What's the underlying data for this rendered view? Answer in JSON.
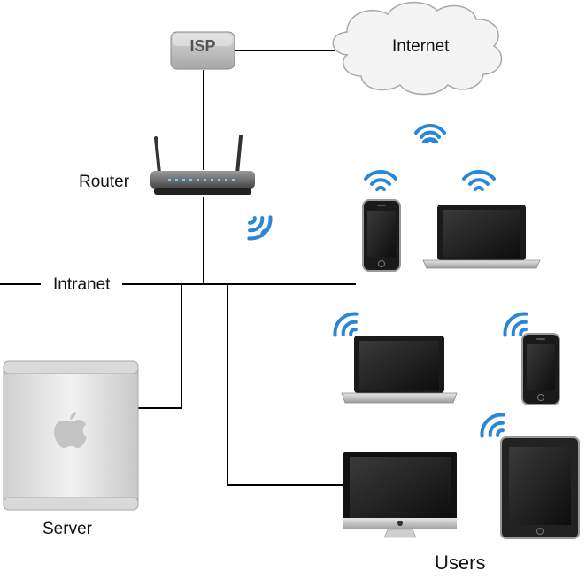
{
  "labels": {
    "isp": "ISP",
    "internet": "Internet",
    "router": "Router",
    "intranet": "Intranet",
    "server": "Server",
    "users": "Users"
  },
  "colors": {
    "wire": "#000000",
    "wifi": "#2a86d8",
    "cloud_fill": "#f4f4f4",
    "cloud_stroke": "#aaaaaa"
  },
  "icons": [
    "isp-box-icon",
    "cloud-icon",
    "router-icon",
    "wifi-icon",
    "phone-icon",
    "laptop-icon",
    "server-tower-icon",
    "apple-logo-icon",
    "imac-icon",
    "tablet-icon"
  ]
}
